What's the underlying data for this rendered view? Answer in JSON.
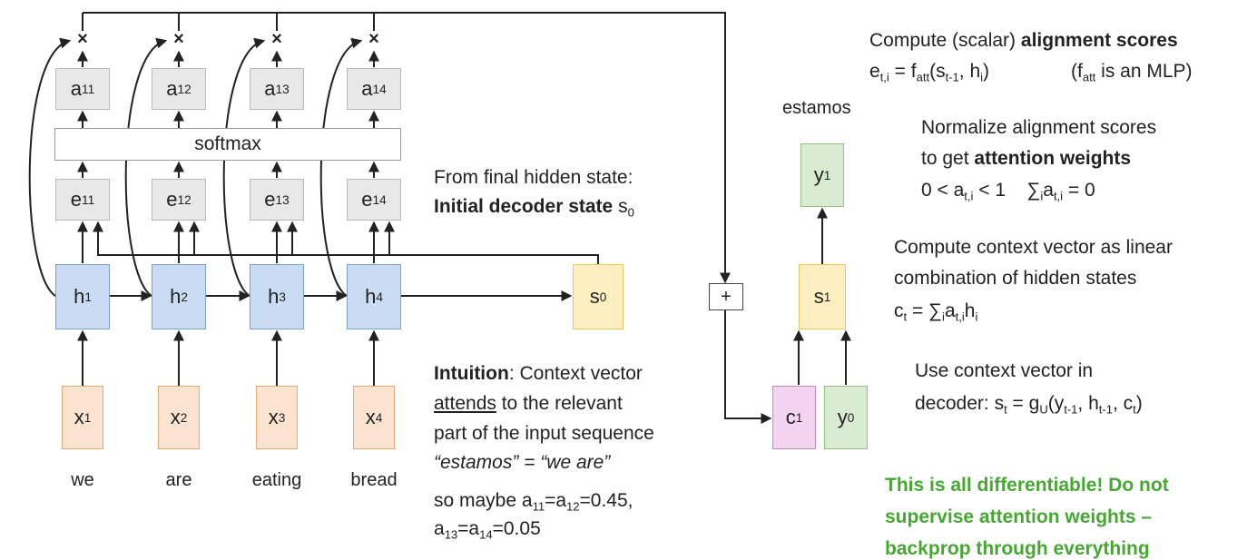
{
  "diagram": {
    "softmax_label": "softmax",
    "plus_symbol": "+",
    "multiply_symbol": "×",
    "score_nodes": [
      {
        "base": "e",
        "sub": "11"
      },
      {
        "base": "e",
        "sub": "12"
      },
      {
        "base": "e",
        "sub": "13"
      },
      {
        "base": "e",
        "sub": "14"
      }
    ],
    "attention_nodes": [
      {
        "base": "a",
        "sub": "11"
      },
      {
        "base": "a",
        "sub": "12"
      },
      {
        "base": "a",
        "sub": "13"
      },
      {
        "base": "a",
        "sub": "14"
      }
    ],
    "hidden_nodes": [
      {
        "base": "h",
        "sub": "1"
      },
      {
        "base": "h",
        "sub": "2"
      },
      {
        "base": "h",
        "sub": "3"
      },
      {
        "base": "h",
        "sub": "4"
      }
    ],
    "input_nodes": [
      {
        "base": "x",
        "sub": "1"
      },
      {
        "base": "x",
        "sub": "2"
      },
      {
        "base": "x",
        "sub": "3"
      },
      {
        "base": "x",
        "sub": "4"
      }
    ],
    "input_words": [
      "we",
      "are",
      "eating",
      "bread"
    ],
    "s0": {
      "base": "s",
      "sub": "0"
    },
    "s1": {
      "base": "s",
      "sub": "1"
    },
    "y1": {
      "base": "y",
      "sub": "1"
    },
    "y0": {
      "base": "y",
      "sub": "0"
    },
    "c1": {
      "base": "c",
      "sub": "1"
    },
    "output_word": "estamos"
  },
  "annotations": {
    "final_state_line1": "From final hidden state:",
    "final_state_line2_bold": "Initial decoder state",
    "final_state_line2_var": "s",
    "final_state_line2_sub": "0",
    "intuition_bold": "Intuition",
    "intuition_rest": ": Context vector",
    "attends_underlined": "attends",
    "attends_rest": " to the relevant",
    "intuition_line3": "part of the input sequence",
    "intuition_quote": "“estamos” = “we are”",
    "maybe_prefix": "so maybe a",
    "maybe_line2_prefix": "a",
    "align_line1_plain": "Compute (scalar) ",
    "align_line1_bold": "alignment scores",
    "align_formula_note": "(f",
    "align_formula_note_sub": "att",
    "align_formula_note_rest": " is an MLP)",
    "normalize_line1": "Normalize alignment scores",
    "normalize_line2_plain": "to get ",
    "normalize_line2_bold": "attention weights",
    "context_line1": "Compute context vector as linear",
    "context_line2": "combination of hidden states",
    "use_line1": "Use context vector in",
    "use_line2_prefix": "decoder: ",
    "green_line1": "This is all differentiable! Do not",
    "green_line2": "supervise attention weights –",
    "green_line3": "backprop through everything"
  }
}
